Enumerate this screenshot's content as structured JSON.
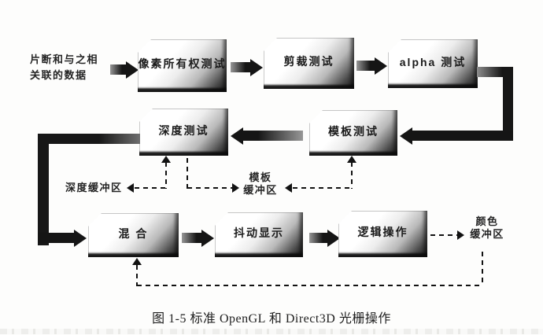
{
  "figure": {
    "caption": "图 1-5   标准 OpenGL 和 Direct3D 光栅操作"
  },
  "nodes": {
    "pixel_ownership": {
      "label": "像素所有权测试"
    },
    "scissor": {
      "label": "剪裁测试"
    },
    "alpha": {
      "label": "alpha 测试"
    },
    "stencil": {
      "label": "模板测试"
    },
    "depth": {
      "label": "深度测试"
    },
    "blend": {
      "label": "混 合"
    },
    "dither": {
      "label": "抖动显示"
    },
    "logic_op": {
      "label": "逻辑操作"
    }
  },
  "labels": {
    "source_line1": "片断和与之相",
    "source_line2": "关联的数据",
    "depth_buffer": "深度缓冲区",
    "stencil_buffer_line1": "模板",
    "stencil_buffer_line2": "缓冲区",
    "color_buffer_line1": "颜色",
    "color_buffer_line2": "缓冲区"
  },
  "colors": {
    "background": "#fdfdfc",
    "arrow": "#151515",
    "box_shadow": "#111111",
    "text": "#222222"
  }
}
